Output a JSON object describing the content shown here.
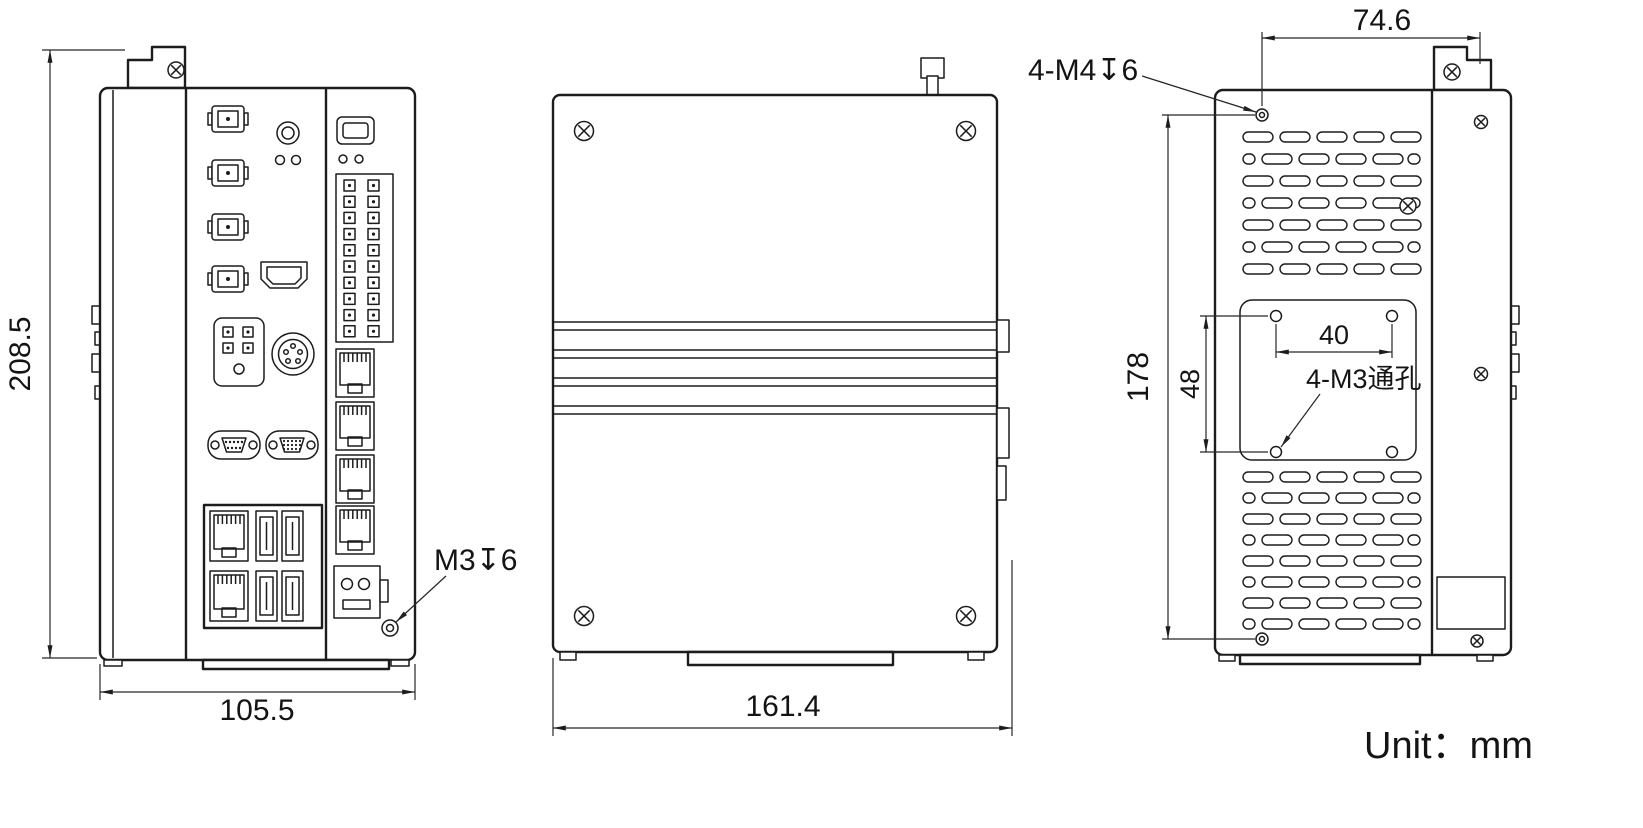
{
  "drawing": {
    "unit_note": "Unit：mm",
    "line_color": "#1c1c1c",
    "views": {
      "front": {
        "dim_height_mm": "208.5",
        "dim_width_mm": "105.5",
        "screw_note": "M3↧6"
      },
      "side": {
        "dim_width_mm": "161.4"
      },
      "back": {
        "dim_hole_span_mm": "74.6",
        "dim_hole_height_mm": "178",
        "dim_plate_height_mm": "48",
        "dim_plate_width_mm": "40",
        "screw_note_top": "4-M4↧6",
        "screw_note_plate": "4-M3通孔"
      }
    }
  }
}
